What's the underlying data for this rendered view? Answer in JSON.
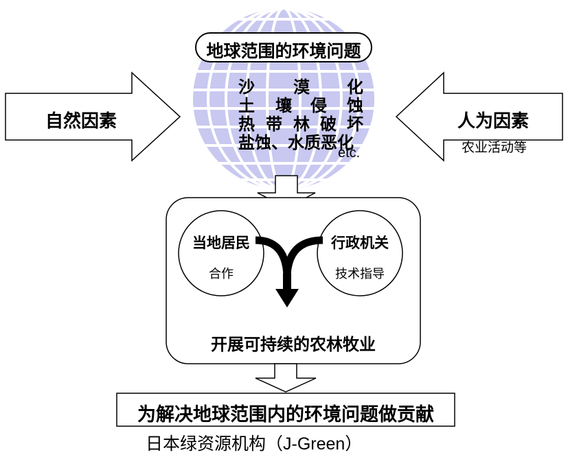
{
  "globe": {
    "title": "地球范围的环境问题",
    "problem_rows": [
      [
        "沙",
        "漠",
        "化"
      ],
      [
        "土",
        "壤",
        "侵",
        "蚀"
      ],
      [
        "热",
        "带",
        "林",
        "破",
        "坏"
      ],
      [
        "盐蚀、水质恶化"
      ]
    ],
    "etc": "etc."
  },
  "left_arrow": {
    "label": "自然因素"
  },
  "right_arrow": {
    "label": "人为因素",
    "sublabel": "农业活动等"
  },
  "box": {
    "left_circle": {
      "title": "当地居民",
      "sub": "合作"
    },
    "right_circle": {
      "title": "行政机关",
      "sub": "技术指导"
    },
    "outcome": "开展可持续的农林牧业"
  },
  "bottom_banner": {
    "text": "为解决地球范围内的环境问题做贡献"
  },
  "footer": {
    "credit": "日本绿资源机构（J-Green）"
  },
  "colors": {
    "globe_fill": "#c8c8f0",
    "globe_lines": "#ffffff",
    "ink": "#000000"
  }
}
